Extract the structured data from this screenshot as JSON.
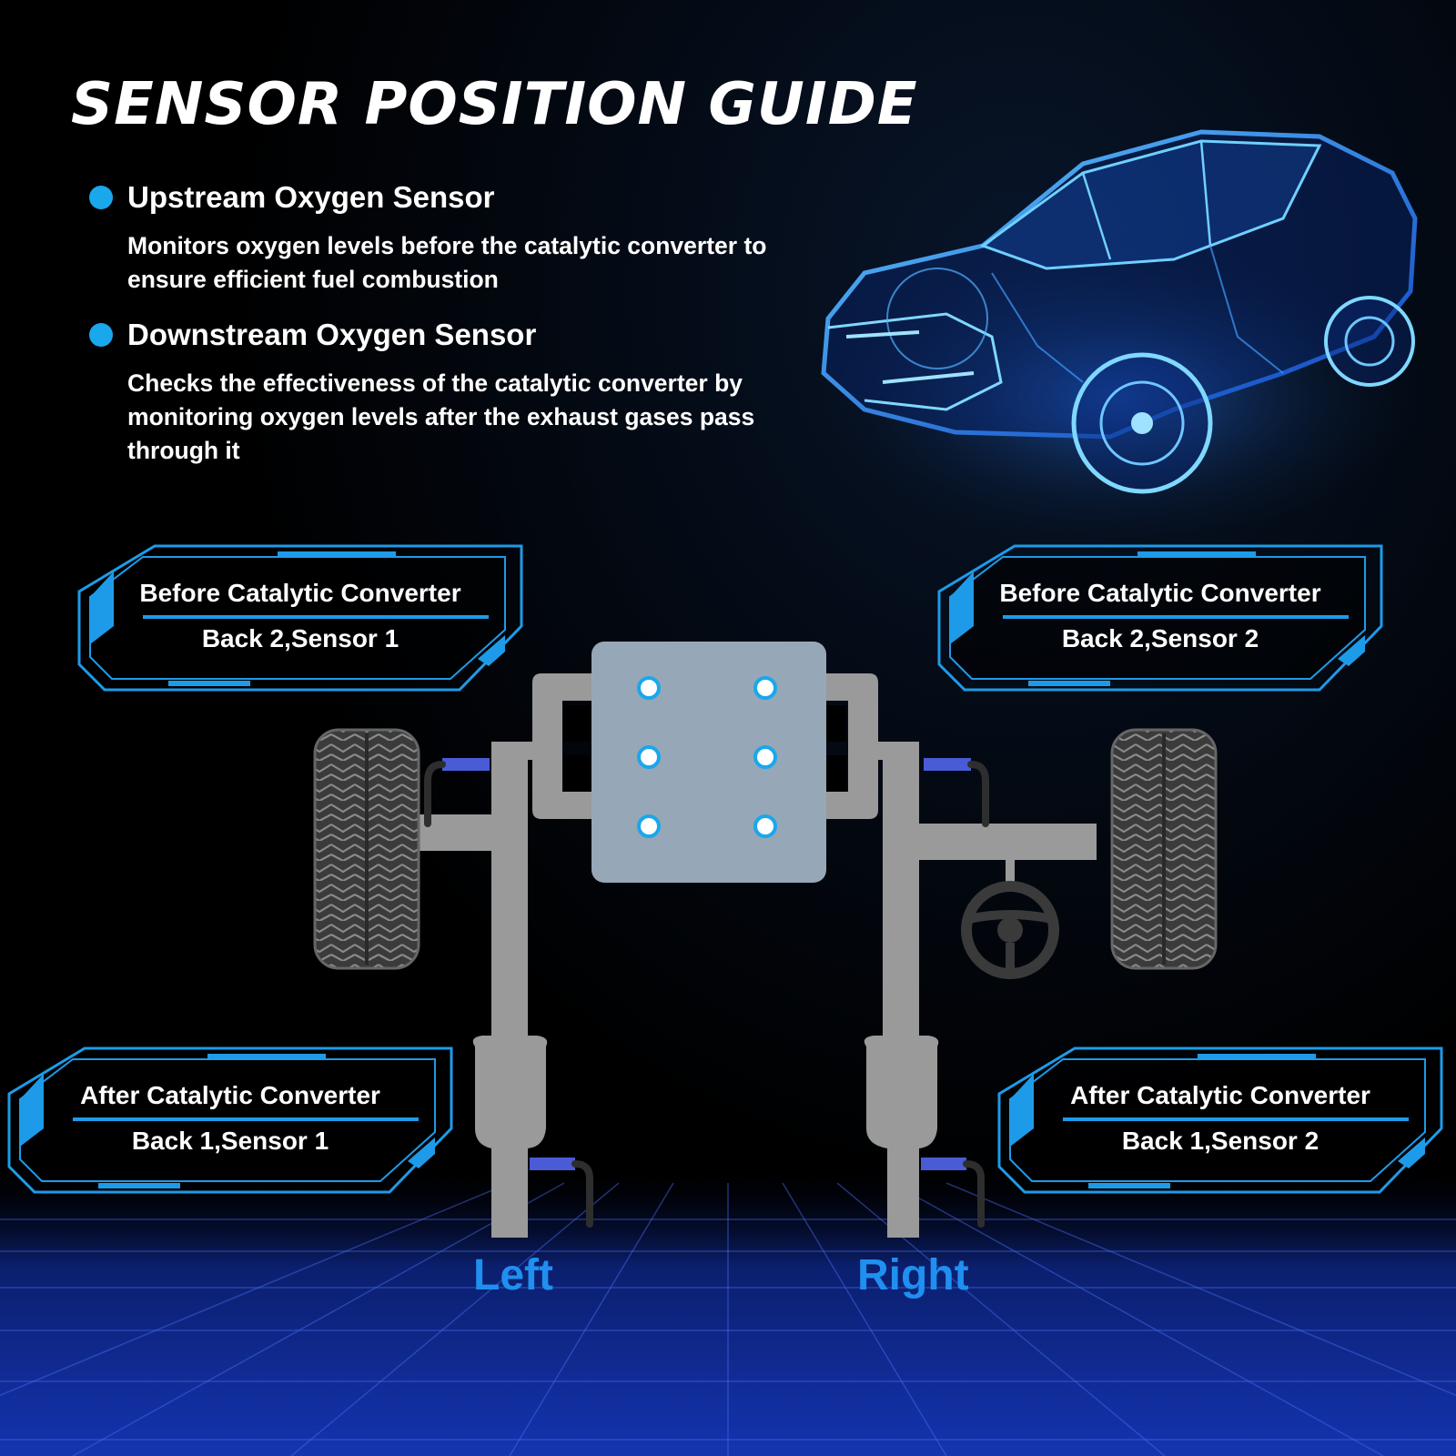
{
  "title": "SENSOR POSITION GUIDE",
  "bullets": [
    {
      "heading": "Upstream Oxygen Sensor",
      "desc": "Monitors oxygen levels before the catalytic converter to ensure efficient fuel combustion"
    },
    {
      "heading": "Downstream Oxygen Sensor",
      "desc": "Checks the effectiveness of the catalytic converter by monitoring oxygen levels after the exhaust gases pass through it"
    }
  ],
  "callouts": {
    "top_left": {
      "line1": "Before Catalytic Converter",
      "line2": "Back 2,Sensor 1"
    },
    "top_right": {
      "line1": "Before Catalytic Converter",
      "line2": "Back 2,Sensor 2"
    },
    "bottom_left": {
      "line1": "After Catalytic Converter",
      "line2": "Back 1,Sensor 1"
    },
    "bottom_right": {
      "line1": "After Catalytic Converter",
      "line2": "Back 1,Sensor 2"
    }
  },
  "labels": {
    "left": "Left",
    "right": "Right"
  },
  "colors": {
    "accent": "#1aa7ec",
    "frame": "#1e9be8",
    "label": "#1f8ff0",
    "pipe": "#9a9a9a",
    "engine": "#96a7b8",
    "sensor": "#4a5bd6"
  }
}
